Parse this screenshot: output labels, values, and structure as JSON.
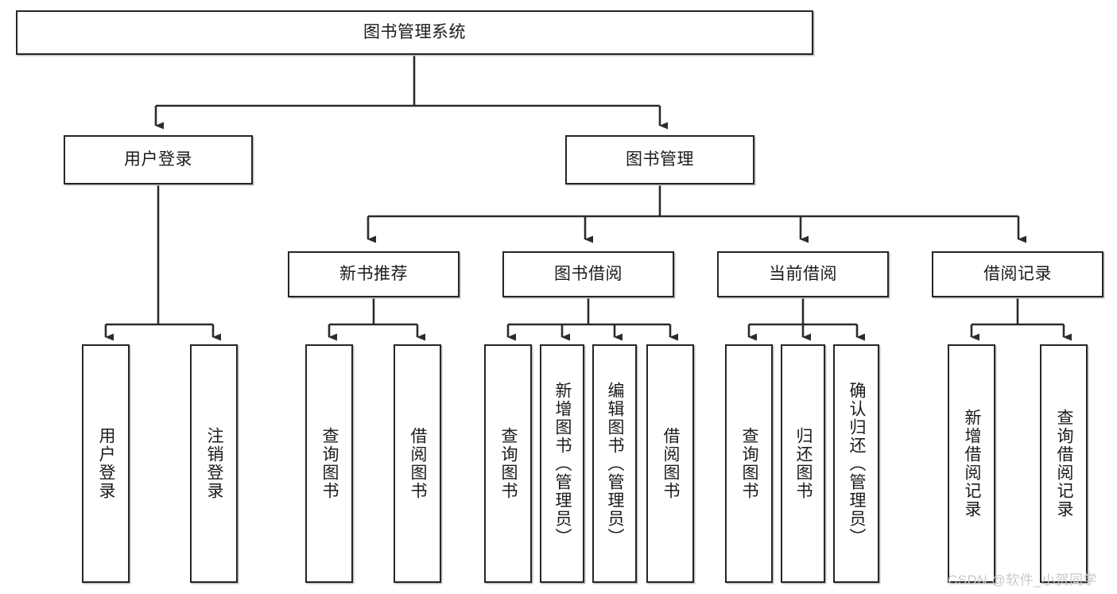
{
  "diagram": {
    "title": "图书管理系统",
    "type": "tree-hierarchy",
    "root": {
      "label": "图书管理系统"
    },
    "level2": [
      {
        "label": "用户登录"
      },
      {
        "label": "图书管理"
      }
    ],
    "level3": [
      {
        "label": "新书推荐"
      },
      {
        "label": "图书借阅"
      },
      {
        "label": "当前借阅"
      },
      {
        "label": "借阅记录"
      }
    ],
    "leaves": [
      {
        "label": "用户登录",
        "parent": "用户登录"
      },
      {
        "label": "注销登录",
        "parent": "用户登录"
      },
      {
        "label": "查询图书",
        "parent": "新书推荐"
      },
      {
        "label": "借阅图书",
        "parent": "新书推荐"
      },
      {
        "label": "查询图书",
        "parent": "图书借阅"
      },
      {
        "label": "新增图书（管理员）",
        "parent": "图书借阅"
      },
      {
        "label": "编辑图书（管理员）",
        "parent": "图书借阅"
      },
      {
        "label": "借阅图书",
        "parent": "图书借阅"
      },
      {
        "label": "查询图书",
        "parent": "当前借阅"
      },
      {
        "label": "归还图书",
        "parent": "当前借阅"
      },
      {
        "label": "确认归还（管理员）",
        "parent": "当前借阅"
      },
      {
        "label": "新增借阅记录",
        "parent": "借阅记录"
      },
      {
        "label": "查询借阅记录",
        "parent": "借阅记录"
      }
    ]
  },
  "watermark": {
    "text": "CSDN @软件_小贺同学"
  },
  "colors": {
    "border": "#262626",
    "text": "#1b1b1b",
    "background": "#ffffff",
    "connector": "#2b2b2b",
    "watermark": "#c9c9c9"
  }
}
